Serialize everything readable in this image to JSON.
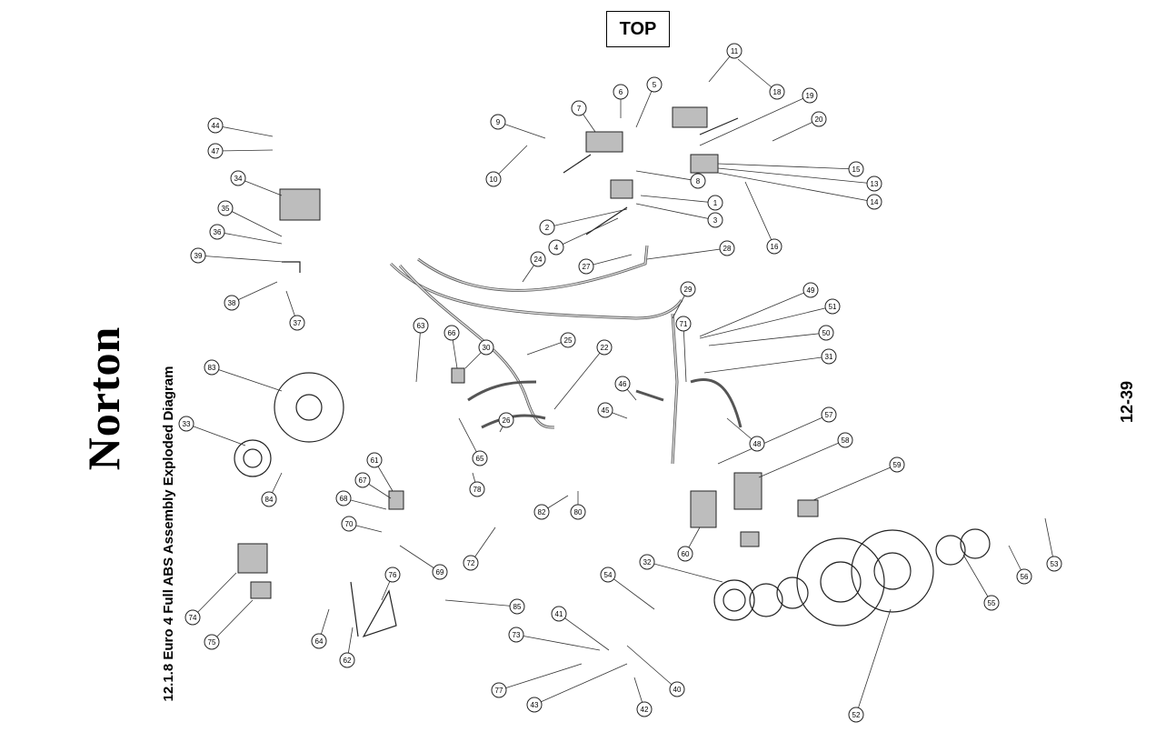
{
  "header": {
    "top_label": "TOP"
  },
  "brand": {
    "logo_text": "Norton"
  },
  "title": "12.1.8 Euro 4 Full ABS Assembly Exploded Diagram",
  "page_number": "12-39",
  "callouts": [
    "1",
    "2",
    "3",
    "4",
    "5",
    "6",
    "7",
    "8",
    "9",
    "10",
    "11",
    "13",
    "14",
    "15",
    "16",
    "18",
    "19",
    "20",
    "22",
    "24",
    "25",
    "26",
    "27",
    "28",
    "29",
    "30",
    "31",
    "32",
    "33",
    "34",
    "35",
    "36",
    "37",
    "38",
    "39",
    "40",
    "41",
    "42",
    "43",
    "44",
    "45",
    "46",
    "47",
    "48",
    "49",
    "50",
    "51",
    "52",
    "53",
    "54",
    "55",
    "56",
    "57",
    "58",
    "59",
    "60",
    "61",
    "62",
    "63",
    "64",
    "65",
    "66",
    "67",
    "68",
    "69",
    "70",
    "71",
    "72",
    "73",
    "74",
    "75",
    "76",
    "77",
    "78",
    "80",
    "82",
    "83",
    "84",
    "85"
  ]
}
